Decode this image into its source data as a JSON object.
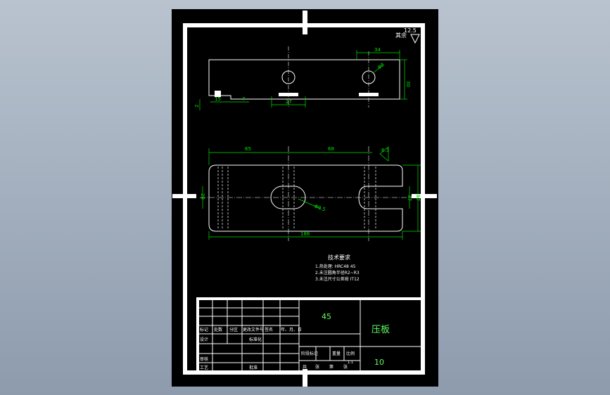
{
  "colors": {
    "background_top": "#b9c3cf",
    "background_bottom": "#8d9bad",
    "sheet": "#000000",
    "frame": "#ffffff",
    "dimension": "#00e000",
    "geometry": "#ffffff",
    "title_text": "#ffffff",
    "highlight_text": "#60ff60"
  },
  "roughness_note": {
    "value": "12.5",
    "label": "其余"
  },
  "front_view": {
    "dims": [
      "34",
      "30",
      "Φ8",
      "27",
      "15",
      "7",
      "2"
    ]
  },
  "top_view": {
    "dims": [
      "65",
      "68",
      "186",
      "37",
      "57",
      "Φ9.5",
      "20"
    ],
    "roughness_value": "6.3"
  },
  "tech_requirements": {
    "title": "技术要求",
    "items": [
      "1.热处理: HRC48 45",
      "2.未注圆角半径R2~R3",
      "3.未注尺寸公差按 IT12"
    ]
  },
  "title_block": {
    "material": "45",
    "part_name": "压板",
    "quantity": "10",
    "scale": "1:1",
    "header_row": [
      "标记",
      "处数",
      "分区",
      "更改文件号",
      "签名",
      "年、月、日"
    ],
    "row_design": "设计",
    "row_standard": "标准化",
    "row_check": "审核",
    "row_process": "工艺",
    "row_approve": "批准",
    "stage_labels": [
      "阶段标记",
      "重量",
      "比例"
    ],
    "sheet_labels": [
      "共",
      "张",
      "第",
      "张"
    ]
  }
}
